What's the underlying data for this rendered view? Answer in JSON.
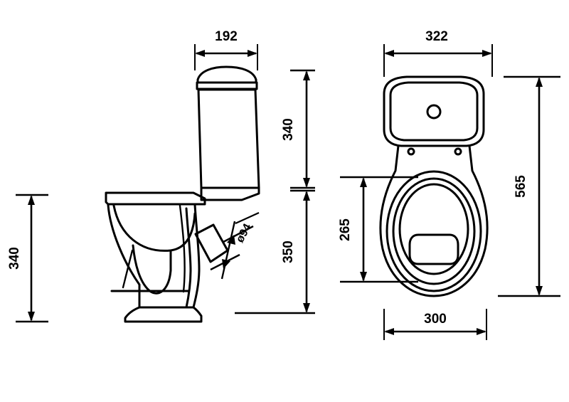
{
  "drawing": {
    "title": "Toilet technical dimension drawing",
    "type": "engineering-line-drawing",
    "background_color": "#ffffff",
    "line_color": "#000000",
    "units": "mm",
    "views": [
      {
        "name": "side-elevation",
        "label": ""
      },
      {
        "name": "plan-top-view",
        "label": ""
      }
    ]
  },
  "dimensions": {
    "cistern_width": "192",
    "cistern_height": "340",
    "bowl_height": "350",
    "seat_height": "340",
    "outlet_diameter": "ø 94",
    "plan_width": "322",
    "overall_length": "565",
    "bowl_opening_length": "265",
    "bowl_width": "300"
  },
  "labels": {
    "d_192": "192",
    "d_340_right": "340",
    "d_350": "350",
    "d_340_left": "340",
    "d_94": "94",
    "d_dia_symbol": "ø",
    "d_322": "322",
    "d_565": "565",
    "d_265": "265",
    "d_300": "300"
  },
  "features": {
    "cistern_lid": "cistern-lid",
    "flush_button": "flush-button",
    "mounting_hole_left": "mounting-hole",
    "mounting_hole_right": "mounting-hole",
    "bowl_seat_ring": "seat-ring",
    "bowl_outlet": "bowl-outlet",
    "outlet_pipe": "waste-outlet-pipe",
    "pedestal_base": "pedestal-base"
  }
}
